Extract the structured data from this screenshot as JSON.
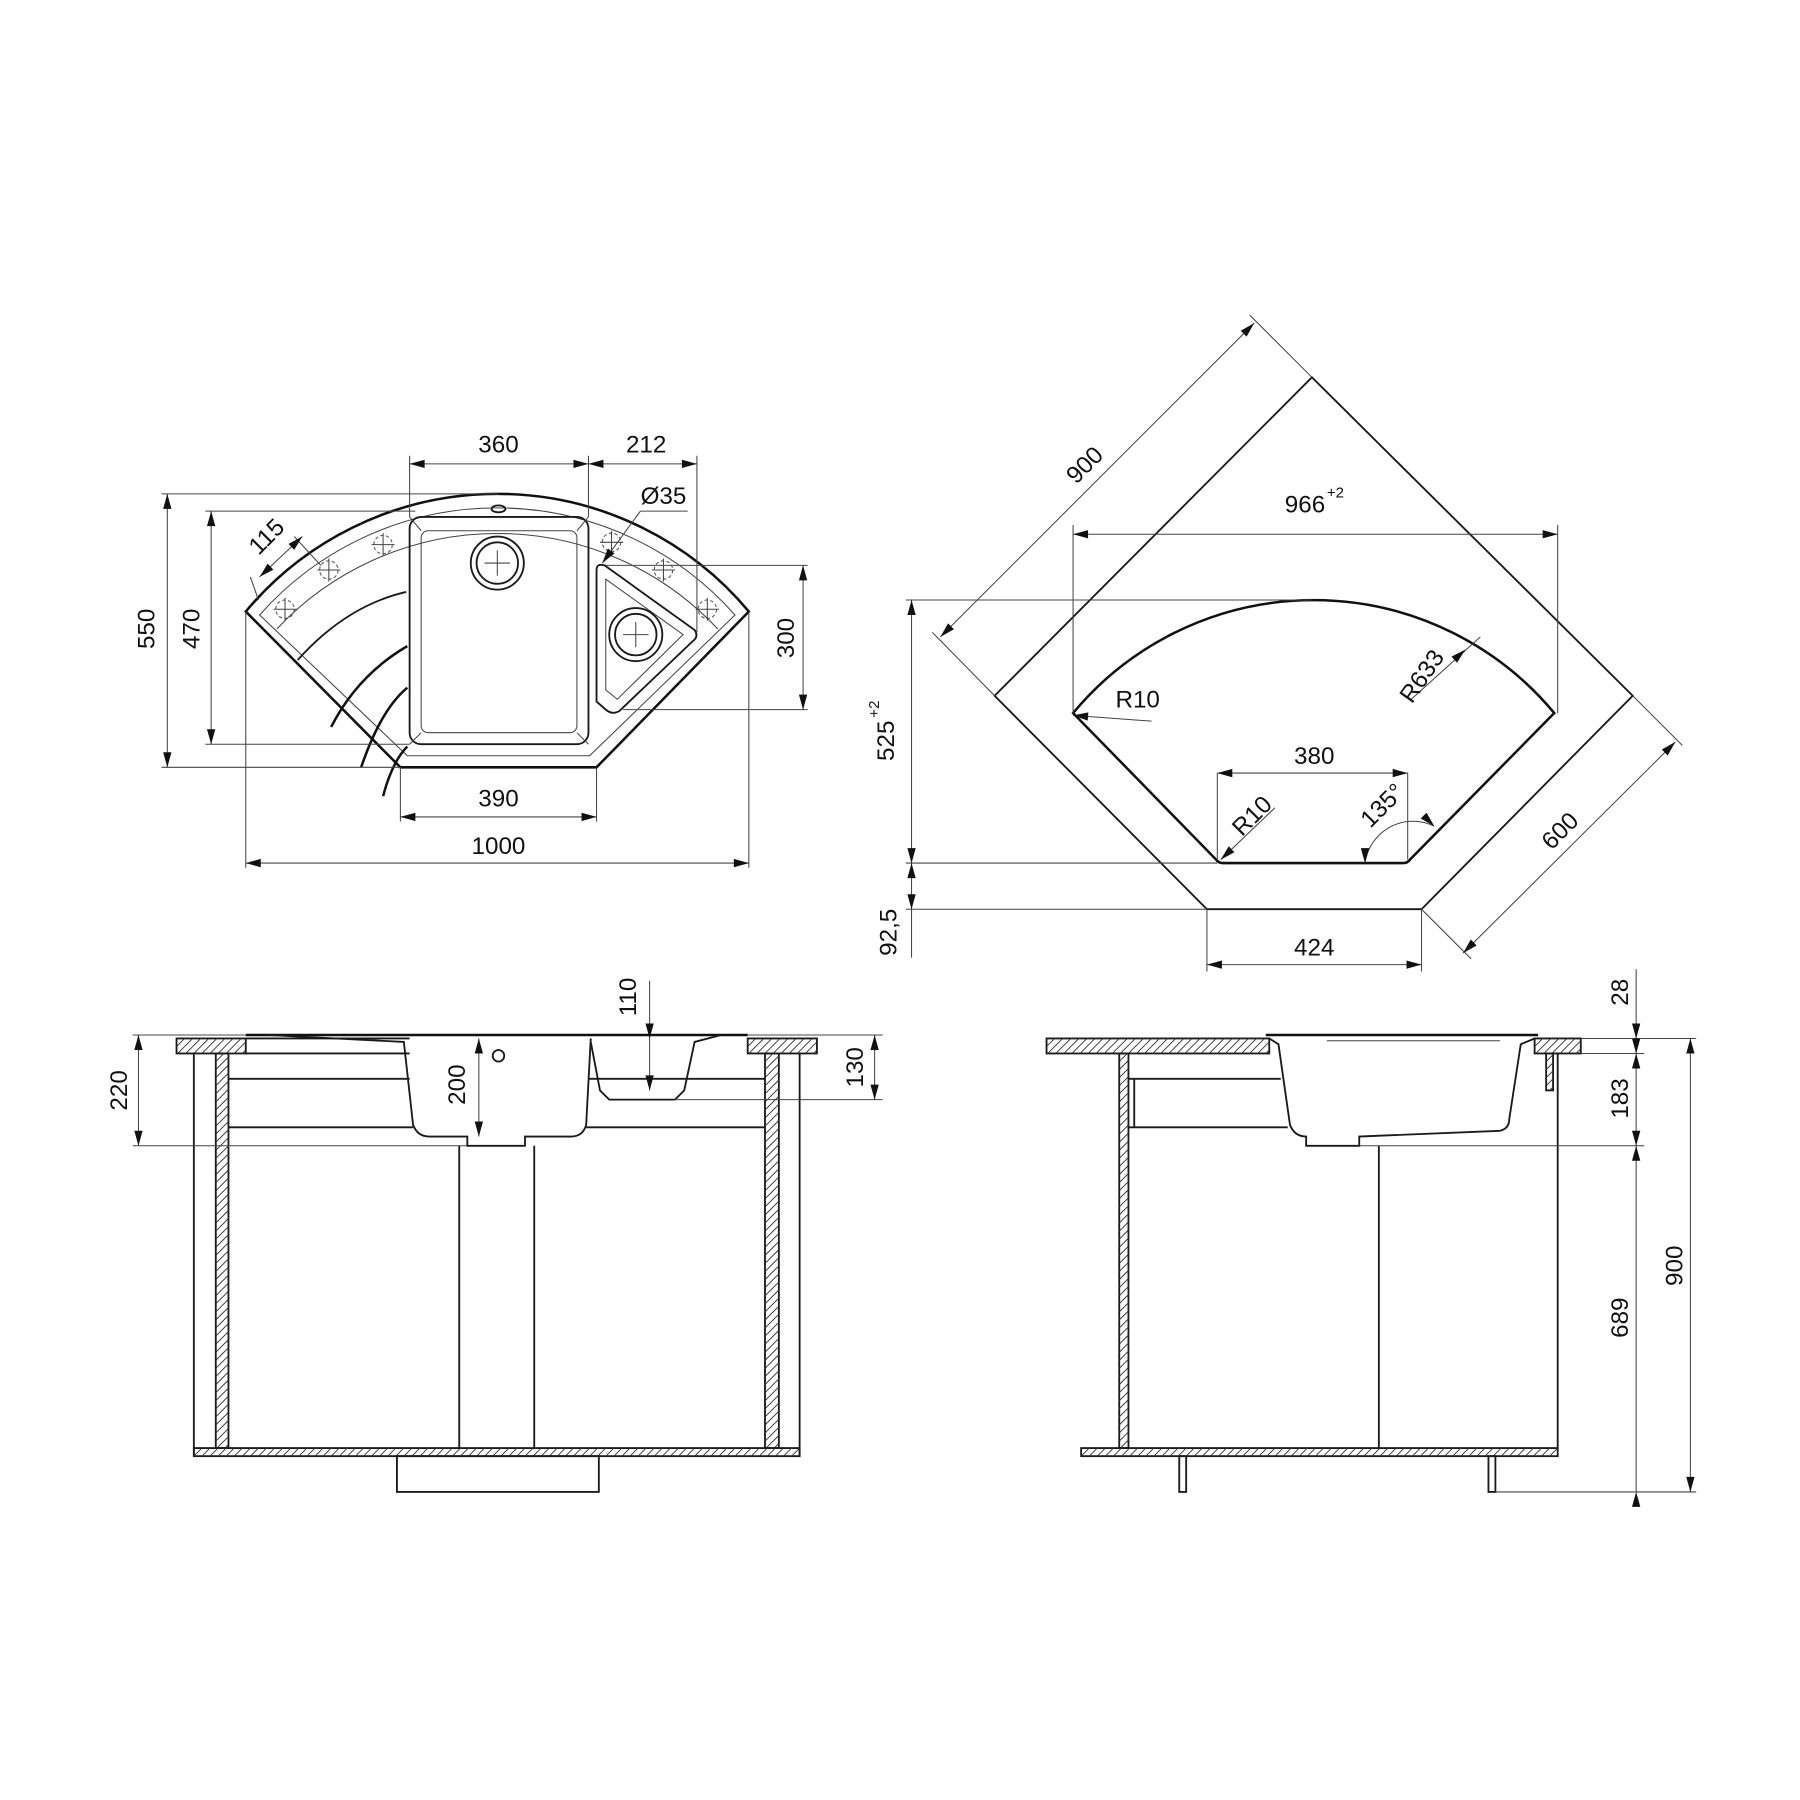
{
  "plan_view": {
    "dim_basin_width": "360",
    "dim_small_basin_width": "212",
    "dim_drain_diameter": "Ø35",
    "dim_hole_spacing": "115",
    "dim_total_depth": "550",
    "dim_inner_depth": "470",
    "dim_small_basin_depth": "300",
    "dim_front_width": "390",
    "dim_total_width": "1000"
  },
  "cutout_view": {
    "dim_side_900": "900",
    "dim_side_600": "600",
    "dim_width": "966",
    "dim_width_tolerance": "+2",
    "dim_depth": "525",
    "dim_depth_tolerance": "+2",
    "dim_offset": "92,5",
    "dim_front": "424",
    "dim_bottom": "380",
    "radius_left": "R10",
    "radius_arc": "R633",
    "radius_bottom": "R10",
    "angle": "135°"
  },
  "front_section": {
    "dim_total_height": "220",
    "dim_basin_depth": "200",
    "dim_small_basin_depth": "110",
    "dim_small_basin_height": "130"
  },
  "side_section": {
    "dim_top": "28",
    "dim_basin": "183",
    "dim_cabinet": "689",
    "dim_total": "900"
  },
  "colors": {
    "line": "#1a1a1a",
    "background": "#ffffff"
  }
}
